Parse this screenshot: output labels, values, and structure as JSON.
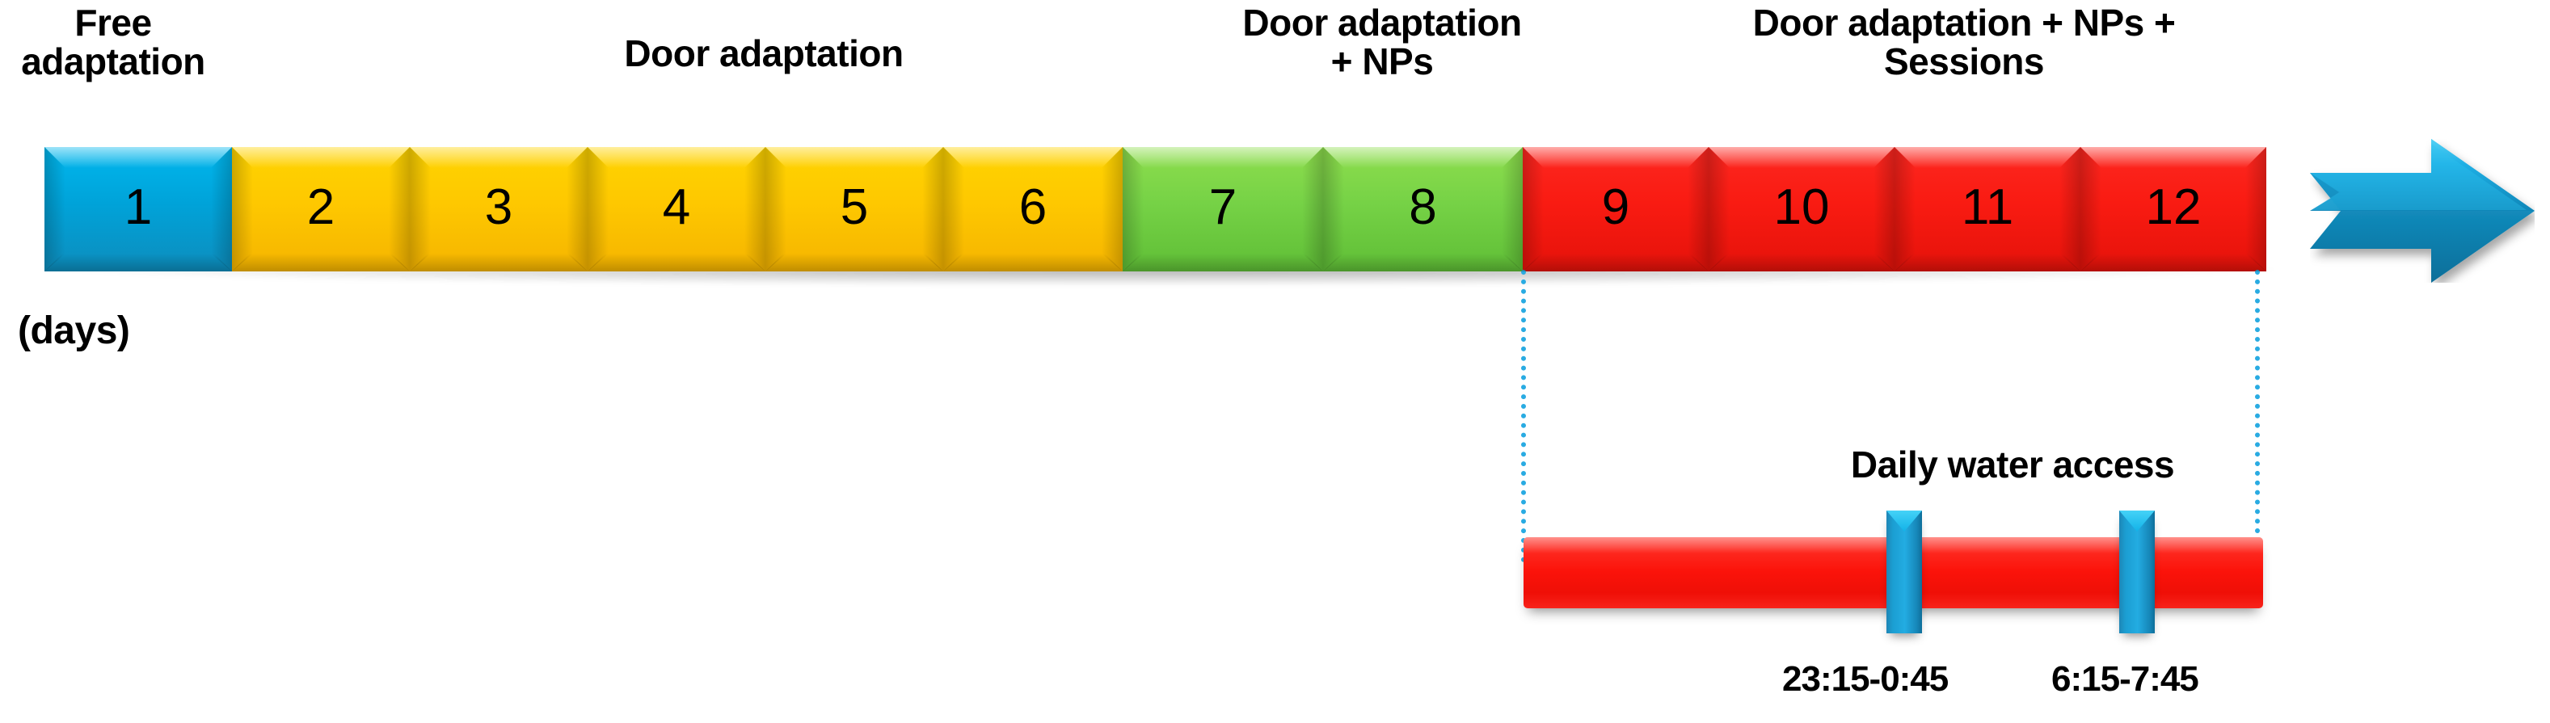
{
  "diagram": {
    "axis_unit_label": "(days)",
    "phase_captions": [
      {
        "id": "free",
        "text": "Free\nadaptation"
      },
      {
        "id": "door",
        "text": "Door adaptation"
      },
      {
        "id": "door-nps",
        "text": "Door adaptation\n+ NPs"
      },
      {
        "id": "door-nps-sess",
        "text": "Door adaptation + NPs +\nSessions"
      }
    ],
    "timeline": {
      "days": [
        {
          "day": "1",
          "color_name": "blue",
          "color": "#00a3d9"
        },
        {
          "day": "2",
          "color_name": "yellow",
          "color": "#fec800"
        },
        {
          "day": "3",
          "color_name": "yellow",
          "color": "#fec800"
        },
        {
          "day": "4",
          "color_name": "yellow",
          "color": "#fec800"
        },
        {
          "day": "5",
          "color_name": "yellow",
          "color": "#fec800"
        },
        {
          "day": "6",
          "color_name": "yellow",
          "color": "#fec800"
        },
        {
          "day": "7",
          "color_name": "green",
          "color": "#76d246"
        },
        {
          "day": "8",
          "color_name": "green",
          "color": "#76d246"
        },
        {
          "day": "9",
          "color_name": "red",
          "color": "#f91b12"
        },
        {
          "day": "10",
          "color_name": "red",
          "color": "#f91b12"
        },
        {
          "day": "11",
          "color_name": "red",
          "color": "#f91b12"
        },
        {
          "day": "12",
          "color_name": "red",
          "color": "#f91b12"
        }
      ],
      "continuation_arrow": "arrow-right-icon",
      "arrow_color": "#1b9ed2"
    },
    "water_access": {
      "title": "Daily water access",
      "bar_color": "#f91b12",
      "markers": [
        {
          "label": "23:15-0:45",
          "color": "#1b9ed2"
        },
        {
          "label": "6:15-7:45",
          "color": "#1b9ed2"
        }
      ]
    },
    "guides": {
      "color": "#29abe2",
      "style": "dotted"
    }
  }
}
